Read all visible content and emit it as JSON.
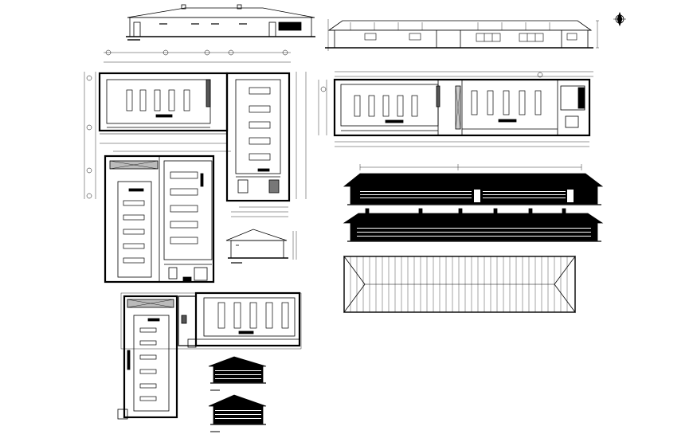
{
  "drawing": {
    "description_visible_text": [],
    "colors": {
      "ink": "#000000",
      "paper": "#ffffff"
    },
    "icons": [
      "north-arrow-icon"
    ],
    "sheets": [
      {
        "key": "front-elevation-small"
      },
      {
        "key": "long-elevation"
      },
      {
        "key": "l-shaped-floor-plan"
      },
      {
        "key": "long-floor-plan"
      },
      {
        "key": "perspective-elevation-1"
      },
      {
        "key": "perspective-elevation-2"
      },
      {
        "key": "roof-plan"
      },
      {
        "key": "section-small"
      },
      {
        "key": "lower-floor-plan"
      },
      {
        "key": "small-elevation-1"
      },
      {
        "key": "small-elevation-2"
      }
    ]
  }
}
